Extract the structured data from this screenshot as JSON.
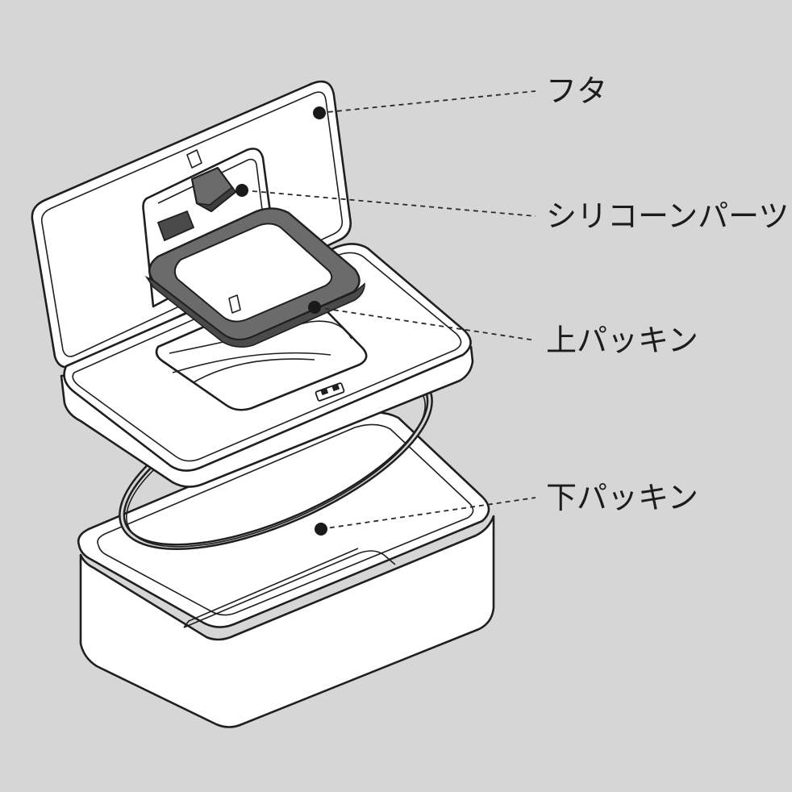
{
  "colors": {
    "background": "#d6d6d6",
    "outline": "#1f1f1f",
    "white_part": "#ffffff",
    "silicone": "#6b6b6b",
    "silicone_dark": "#3e3e3e"
  },
  "callouts": [
    {
      "key": "lid",
      "label": "フタ"
    },
    {
      "key": "silicone_part",
      "label": "シリコーンパーツ"
    },
    {
      "key": "upper_gasket",
      "label": "上パッキン"
    },
    {
      "key": "lower_gasket",
      "label": "下パッキン"
    }
  ]
}
